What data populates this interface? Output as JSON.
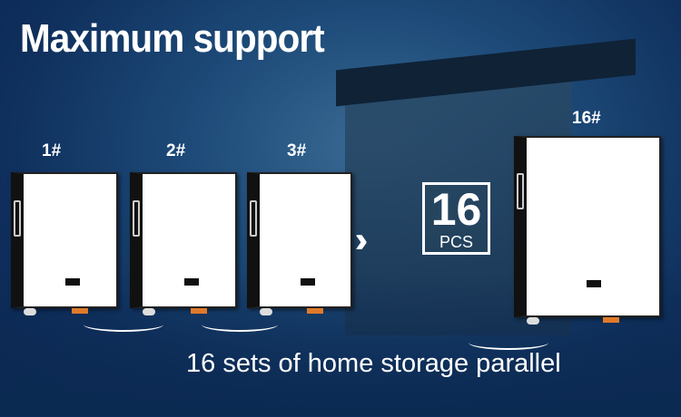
{
  "title": "Maximum support",
  "units": [
    {
      "label": "1#"
    },
    {
      "label": "2#"
    },
    {
      "label": "3#"
    },
    {
      "label": "16#"
    }
  ],
  "count_badge": {
    "number": "16",
    "unit": "PCS"
  },
  "arrow_icon": "double-chevron-right-icon",
  "caption": "16 sets of home storage parallel"
}
